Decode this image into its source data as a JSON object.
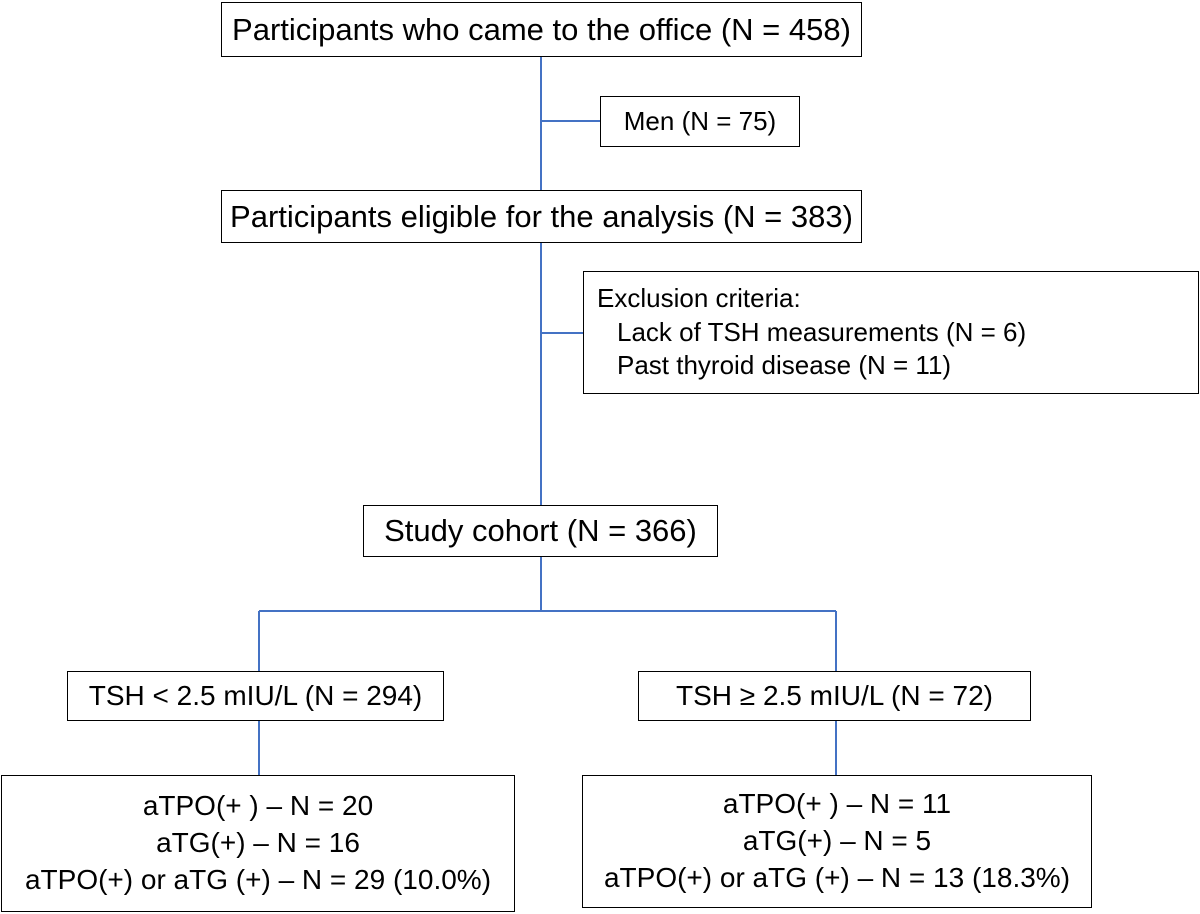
{
  "nodes": {
    "came_to_office": "Participants who came to the office (N = 458)",
    "men": "Men (N = 75)",
    "eligible": "Participants eligible for the analysis (N = 383)",
    "exclusion": {
      "title": "Exclusion criteria:",
      "items": [
        "Lack of TSH measurements (N = 6)",
        "Past thyroid disease (N = 11)"
      ]
    },
    "study_cohort": "Study cohort (N = 366)",
    "tsh_low": "TSH < 2.5 mIU/L (N = 294)",
    "tsh_high": "TSH ≥ 2.5 mIU/L (N = 72)",
    "results_low": [
      "aTPO(+ ) – N = 20",
      "aTG(+) – N = 16",
      "aTPO(+) or aTG (+) – N = 29 (10.0%)"
    ],
    "results_high": [
      "aTPO(+ ) – N = 11",
      "aTG(+) – N = 5",
      "aTPO(+) or aTG (+) – N = 13 (18.3%)"
    ]
  },
  "colors": {
    "connector": "#4472C4",
    "box_border": "#000000"
  }
}
